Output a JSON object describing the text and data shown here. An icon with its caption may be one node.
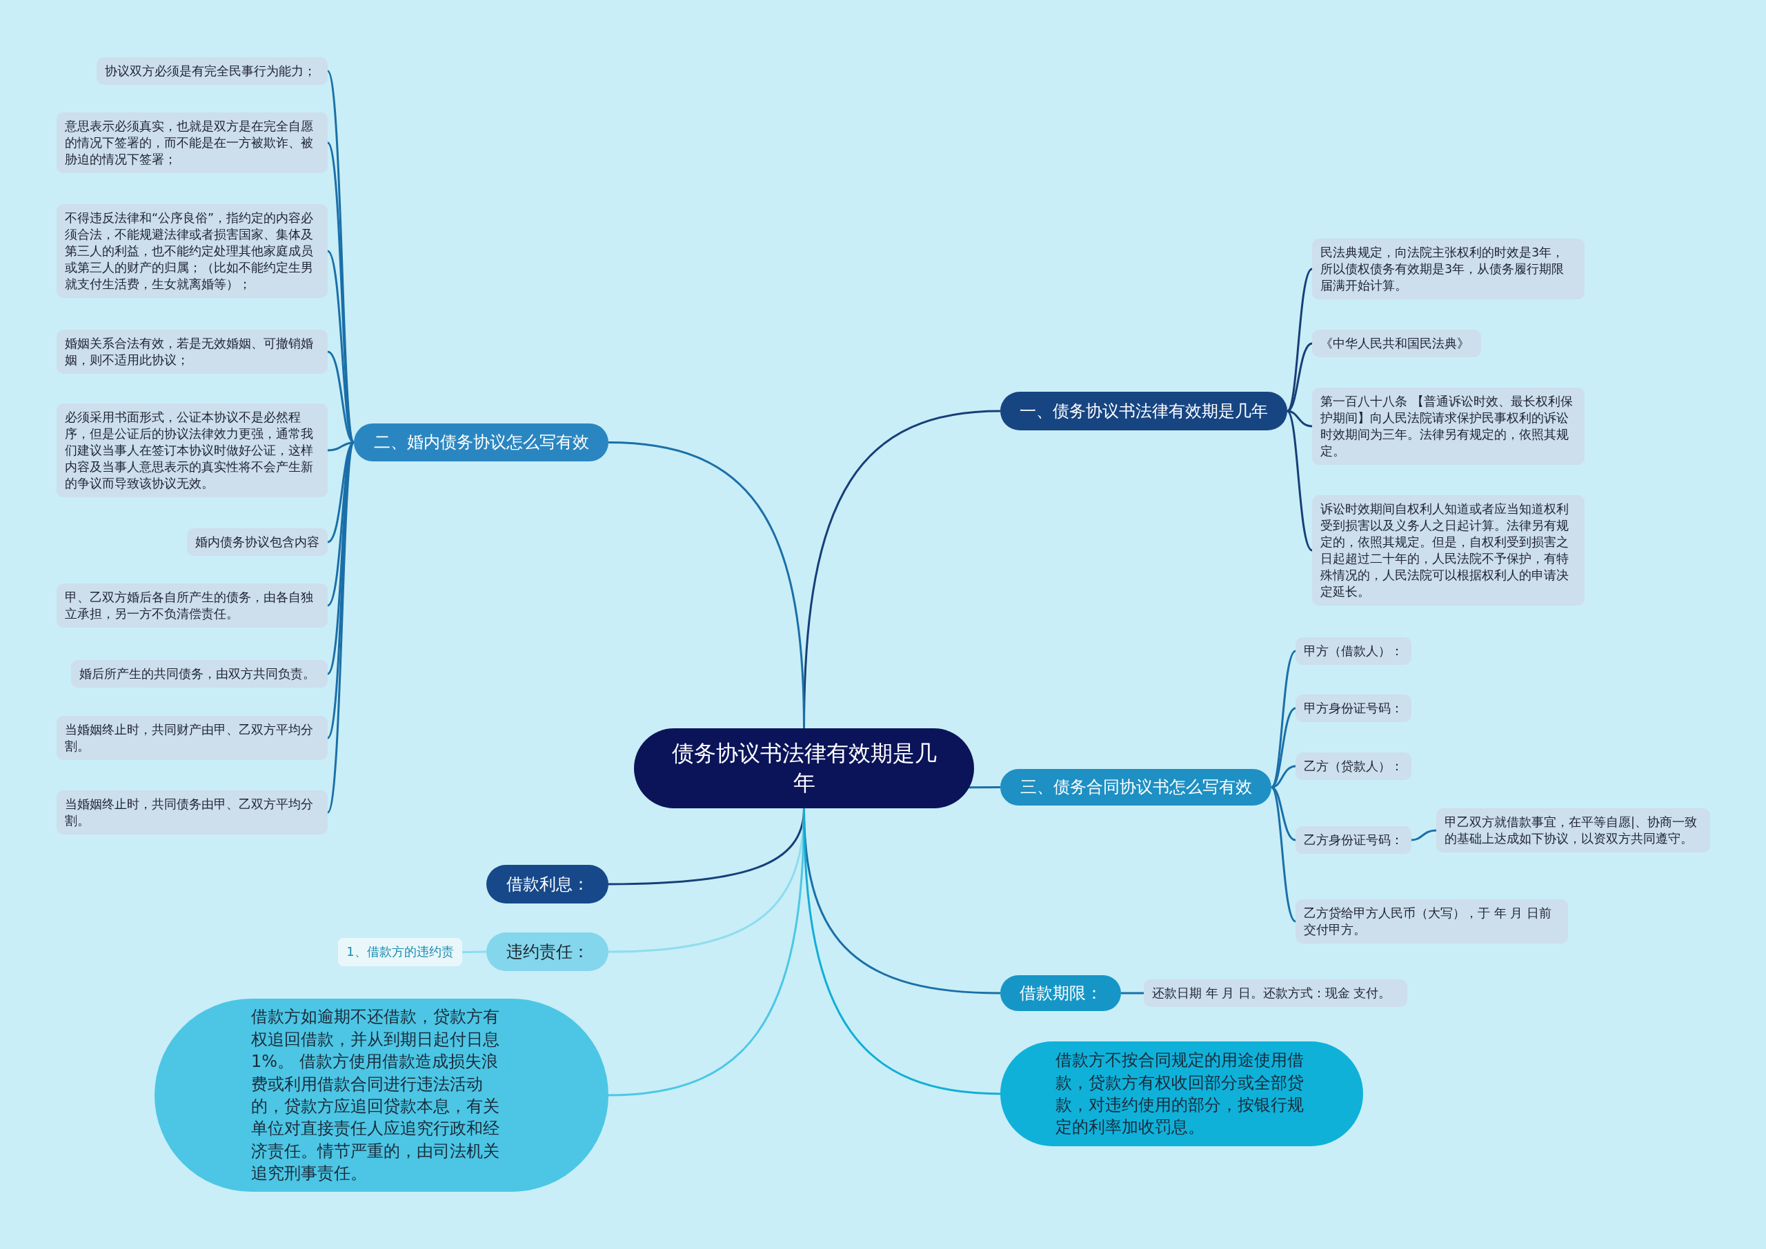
{
  "diagram": {
    "nodes": [
      {
        "text": [
          "债务协议书法律有效期是几年"
        ]
      },
      {
        "text": [
          "一、债务协议书法律有效期是几年"
        ]
      },
      {
        "text": [
          "民法典规定，向法院主张权利的时效是3年，所以债权债务有效期是3年，从债务履行期限届满开始计算。"
        ]
      },
      {
        "text": [
          "《中华人民共和国民法典》"
        ]
      },
      {
        "text": [
          "第一百八十八条 【普通诉讼时效、最长权利保护期间】向人民法院请求保护民事权利的诉讼时效期间为三年。法律另有规定的，依照其规定。"
        ]
      },
      {
        "text": [
          "诉讼时效期间自权利人知道或者应当知道权利受到损害以及义务人之日起计算。法律另有规定的，依照其规定。但是，自权利受到损害之日起超过二十年的，人民法院不予保护，有特殊情况的，人民法院可以根据权利人的申请决定延长。"
        ]
      },
      {
        "text": [
          "二、婚内债务协议怎么写有效"
        ]
      },
      {
        "text": [
          "协议双方必须是有完全民事行为能力；"
        ]
      },
      {
        "text": [
          "意思表示必须真实，也就是双方是在完全自愿的情况下签署的，而不能是在一方被欺诈、被胁迫的情况下签署；"
        ]
      },
      {
        "text": [
          "不得违反法律和“公序良俗”，指约定的内容必须合法，不能规避法律或者损害国家、集体及第三人的利益，也不能约定处理其他家庭成员或第三人的财产的归属；（比如不能约定生男就支付生活费，生女就离婚等）；"
        ]
      },
      {
        "text": [
          "婚姻关系合法有效，若是无效婚姻、可撤销婚姻，则不适用此协议；"
        ]
      },
      {
        "text": [
          "必须采用书面形式，公证本协议不是必然程序，但是公证后的协议法律效力更强，通常我们建议当事人在签订本协议时做好公证，这样内容及当事人意思表示的真实性将不会产生新的争议而导致该协议无效。"
        ]
      },
      {
        "text": [
          "婚内债务协议包含内容"
        ]
      },
      {
        "text": [
          "甲、乙双方婚后各自所产生的债务，由各自独立承担，另一方不负清偿责任。"
        ]
      },
      {
        "text": [
          "婚后所产生的共同债务，由双方共同负责。"
        ]
      },
      {
        "text": [
          "当婚姻终止时，共同财产由甲、乙双方平均分割。"
        ]
      },
      {
        "text": [
          "当婚姻终止时，共同债务由甲、乙双方平均分割。"
        ]
      },
      {
        "text": [
          "三、债务合同协议书怎么写有效"
        ]
      },
      {
        "text": [
          "甲方（借款人）："
        ]
      },
      {
        "text": [
          "甲方身份证号码："
        ]
      },
      {
        "text": [
          "乙方（贷款人）："
        ]
      },
      {
        "text": [
          "乙方身份证号码："
        ]
      },
      {
        "text": [
          "甲乙双方就借款事宜，在平等自愿|、协商一致的基础上达成如下协议，以资双方共同遵守。"
        ]
      },
      {
        "text": [
          "乙方贷给甲方人民币（大写），于 年 月 日前交付甲方。"
        ]
      },
      {
        "text": [
          "借款利息："
        ]
      },
      {
        "text": [
          "违约责任："
        ]
      },
      {
        "text": [
          "1、借款方的违约责"
        ]
      },
      {
        "text": [
          "借款方如逾期不还借款，贷款方有权追回借款，并从到期日起付日息1%。 借款方使用借款造成损失浪费或利用借款合同进行违法活动的，贷款方应追回贷款本息，有关单位对直接责任人应追究行政和经济责任。情节严重的，由司法机关追究刑事责任。"
        ]
      },
      {
        "text": [
          "借款期限："
        ]
      },
      {
        "text": [
          "还款日期 年 月 日。还款方式：现金 支付。"
        ]
      },
      {
        "text": [
          "借款方不按合同规定的用途使用借款，贷款方有权收回部分或全部贷款，对违约使用的部分，按银行规定的利率加收罚息。"
        ]
      }
    ],
    "edges": [
      {
        "from": 0,
        "to": 1,
        "arrow": "none",
        "color": "#173f78"
      },
      {
        "from": 1,
        "to": 2,
        "arrow": "none",
        "color": "#173f78"
      },
      {
        "from": 1,
        "to": 3,
        "arrow": "none",
        "color": "#173f78"
      },
      {
        "from": 1,
        "to": 4,
        "arrow": "none",
        "color": "#173f78"
      },
      {
        "from": 1,
        "to": 5,
        "arrow": "none",
        "color": "#173f78"
      },
      {
        "from": 0,
        "to": 6,
        "arrow": "none"
      },
      {
        "from": 6,
        "to": 7,
        "arrow": "none"
      },
      {
        "from": 6,
        "to": 8,
        "arrow": "none"
      },
      {
        "from": 6,
        "to": 9,
        "arrow": "none"
      },
      {
        "from": 6,
        "to": 10,
        "arrow": "none"
      },
      {
        "from": 6,
        "to": 11,
        "arrow": "none"
      },
      {
        "from": 6,
        "to": 12,
        "arrow": "none"
      },
      {
        "from": 6,
        "to": 13,
        "arrow": "none"
      },
      {
        "from": 6,
        "to": 14,
        "arrow": "none"
      },
      {
        "from": 6,
        "to": 15,
        "arrow": "none"
      },
      {
        "from": 6,
        "to": 16,
        "arrow": "none"
      },
      {
        "from": 0,
        "to": 17,
        "arrow": "none"
      },
      {
        "from": 17,
        "to": 18,
        "arrow": "none"
      },
      {
        "from": 17,
        "to": 19,
        "arrow": "none"
      },
      {
        "from": 17,
        "to": 20,
        "arrow": "none"
      },
      {
        "from": 17,
        "to": 21,
        "arrow": "none"
      },
      {
        "from": 21,
        "to": 22,
        "arrow": "none"
      },
      {
        "from": 17,
        "to": 23,
        "arrow": "none"
      },
      {
        "from": 0,
        "to": 24,
        "arrow": "none",
        "color": "#173f78"
      },
      {
        "from": 0,
        "to": 25,
        "arrow": "none",
        "color": "#8fdcef"
      },
      {
        "from": 25,
        "to": 26,
        "arrow": "none",
        "color": "#8fdcef"
      },
      {
        "from": 0,
        "to": 27,
        "arrow": "none",
        "color": "#4dc7e5"
      },
      {
        "from": 0,
        "to": 28,
        "arrow": "none"
      },
      {
        "from": 28,
        "to": 29,
        "arrow": "none"
      },
      {
        "from": 0,
        "to": 30,
        "arrow": "none",
        "color": "#12aed6"
      }
    ]
  }
}
